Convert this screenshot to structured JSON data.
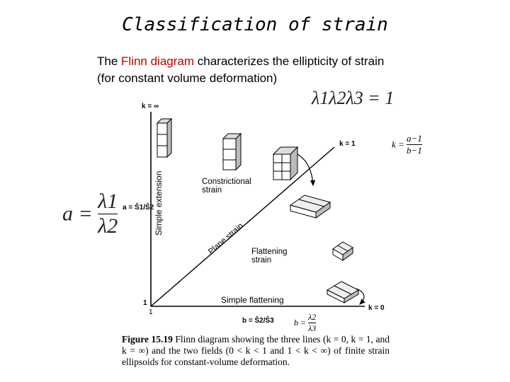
{
  "title": "Classification of strain",
  "intro": {
    "prefix": "The ",
    "highlight": "Flinn diagram",
    "suffix": " characterizes the ellipticity  of strain",
    "line2": "(for constant volume deformation)"
  },
  "formulas": {
    "volume": "λ1λ2λ3 = 1",
    "a_def": {
      "lhs": "a =",
      "num": "λ1",
      "den": "λ2"
    },
    "k_def": {
      "lhs": "k =",
      "num": "a−1",
      "den": "b−1"
    },
    "b_def": {
      "lhs": "b =",
      "num": "λ2",
      "den": "λ3"
    }
  },
  "diagram": {
    "k_inf": "k = ∞",
    "k_one": "k = 1",
    "k_zero": "k = 0",
    "axis_y_label": "Simple extension",
    "axis_x_label": "Simple flattening",
    "origin_y": "1",
    "origin_x": "1",
    "a_axis": "a = Ŝ1/Ŝ2",
    "b_axis": "b = Ŝ2/Ŝ3",
    "plane_strain": "Plane strain",
    "constrictional": [
      "Constrictional",
      "strain"
    ],
    "flattening": [
      "Flattening",
      "strain"
    ]
  },
  "caption": {
    "label": "Figure 15.19",
    "text": "Flinn diagram showing the three lines (k = 0, k = 1, and k = ∞) and the two fields (0 < k < 1 and 1 < k < ∞) of finite strain ellipsoids for constant-volume deformation."
  }
}
